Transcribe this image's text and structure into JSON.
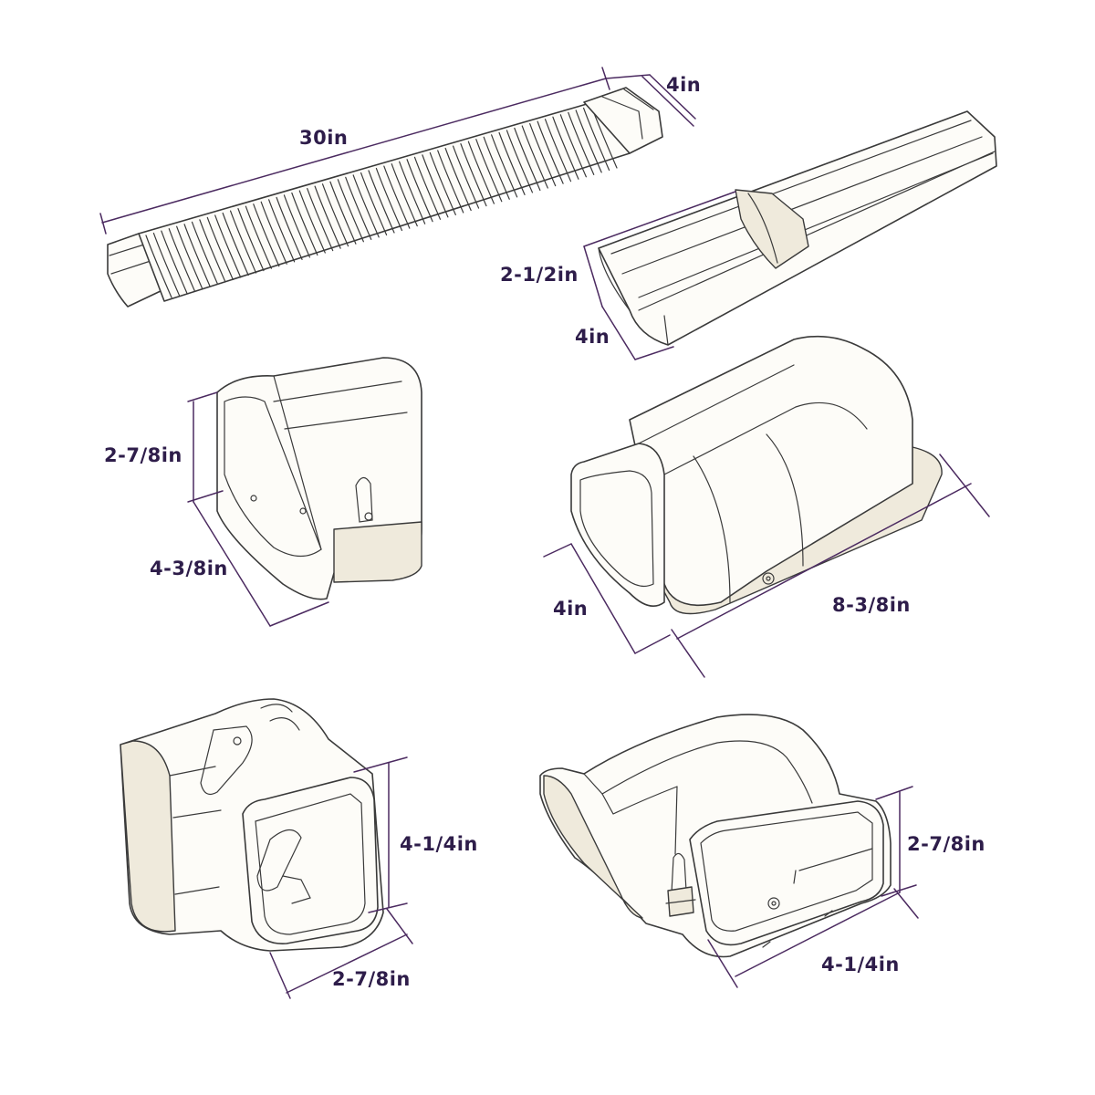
{
  "colors": {
    "dimension_line": "#4b2a60",
    "dimension_text": "#2e1d4a",
    "part_outline": "#3a3a3a",
    "part_fill": "#fdfcf8"
  },
  "parts": {
    "flexible_duct": {
      "length_label": "30in",
      "width_label": "4in"
    },
    "straight_duct": {
      "height_label": "2-1/2in",
      "width_label": "4in"
    },
    "coupler": {
      "height_label": "2-7/8in",
      "length_label": "4-3/8in"
    },
    "wall_cover": {
      "width_label": "4in",
      "length_label": "8-3/8in"
    },
    "elbow_90_vertical": {
      "height_label": "4-1/4in",
      "width_label": "2-7/8in"
    },
    "elbow_90_flat": {
      "height_label": "2-7/8in",
      "length_label": "4-1/4in"
    }
  }
}
